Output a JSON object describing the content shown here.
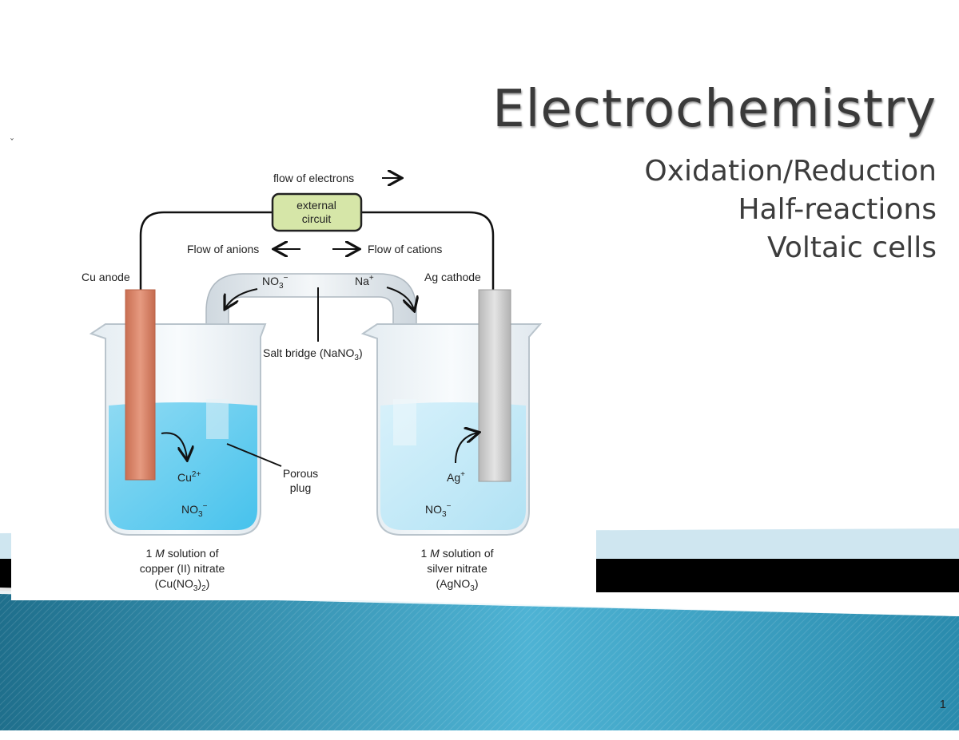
{
  "slide": {
    "title": "Electrochemistry",
    "subtitles": [
      "Oxidation/Reduction",
      "Half-reactions",
      "Voltaic cells"
    ],
    "page_number": "1",
    "bullet_mark": "ˇ"
  },
  "diagram": {
    "flow_of_electrons": "flow of electrons",
    "external_circuit_line1": "external",
    "external_circuit_line2": "circuit",
    "flow_of_anions": "Flow of anions",
    "flow_of_cations": "Flow of cations",
    "cu_anode": "Cu anode",
    "ag_cathode": "Ag cathode",
    "salt_bridge": "Salt bridge (NaNO",
    "salt_bridge_sub": "3",
    "salt_bridge_end": ")",
    "no3_bridge": "NO",
    "na_bridge": "Na",
    "porous_line1": "Porous",
    "porous_line2": "plug",
    "cu_ion": "Cu",
    "cu_ion_sup": "2+",
    "ag_ion": "Ag",
    "ag_ion_sup": "+",
    "no3_left": "NO",
    "no3_right": "NO",
    "left_caption_1a": "1 ",
    "left_caption_1b": "M",
    "left_caption_1c": " solution of",
    "left_caption_2": "copper (II) nitrate",
    "left_caption_3a": "(Cu(NO",
    "left_caption_3b": "3",
    "left_caption_3c": ")",
    "left_caption_3d": "2",
    "left_caption_3e": ")",
    "right_caption_1a": "1 ",
    "right_caption_1b": "M",
    "right_caption_1c": " solution of",
    "right_caption_2": "silver nitrate",
    "right_caption_3a": "(AgNO",
    "right_caption_3b": "3",
    "right_caption_3c": ")",
    "sub3": "3",
    "sup_minus": "−",
    "sup_plus": "+"
  },
  "colors": {
    "banner_light": "#cfe6f0",
    "banner_dark": "#000000",
    "banner_teal": "#2f8bab",
    "copper": "#d9876a",
    "silver": "#c9c9c9",
    "solution_left": "#5ccbef",
    "solution_right": "#bfe9f8",
    "external_box": "#d6e6a8"
  }
}
